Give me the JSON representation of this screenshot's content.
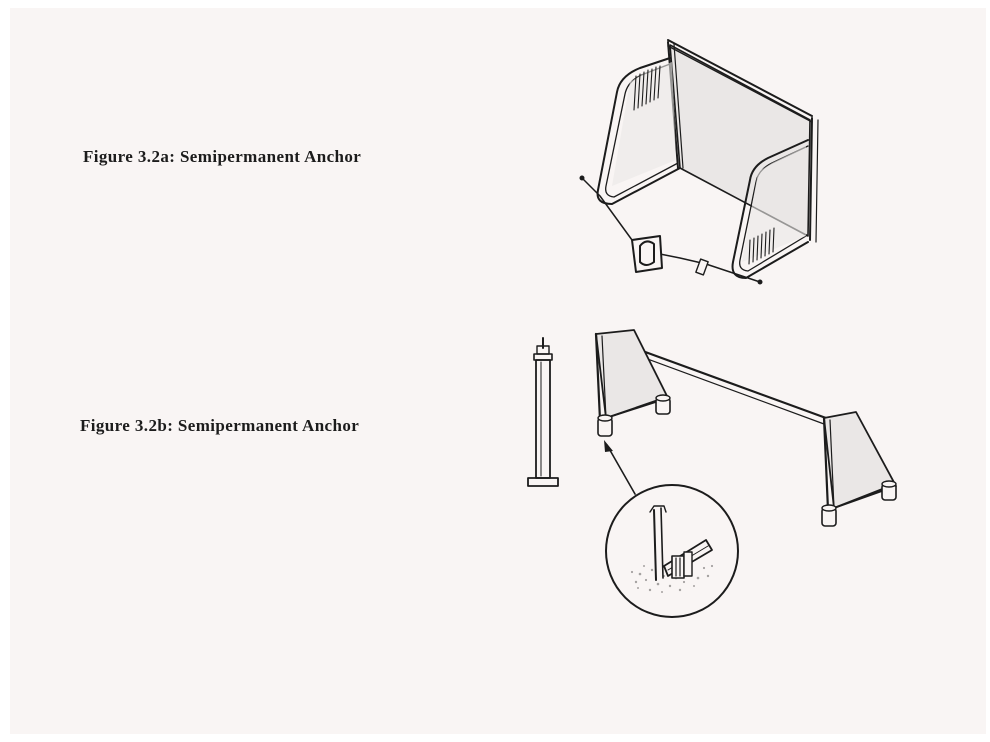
{
  "figures": [
    {
      "caption": "Figure 3.2a: Semipermanent Anchor",
      "illustration": "soccer-goal-anchor-illustration"
    },
    {
      "caption": "Figure 3.2b: Semipermanent Anchor",
      "illustration": "portable-goal-anchor-illustration"
    }
  ],
  "colors": {
    "paper": "#f9f5f4",
    "ink": "#1c1c1c",
    "fill": "#eae7e6"
  }
}
